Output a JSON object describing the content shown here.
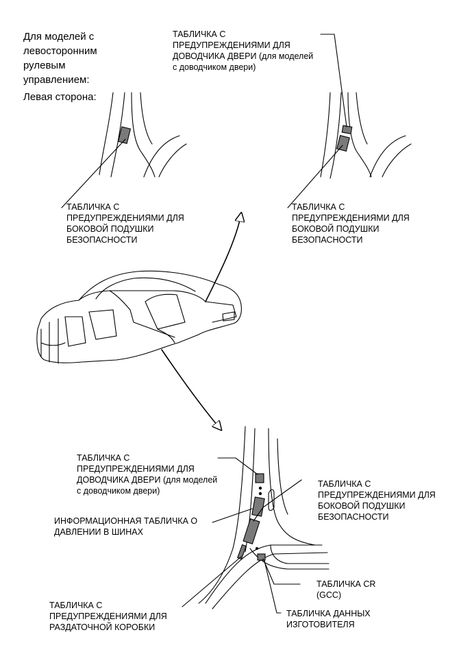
{
  "heading": {
    "models": "Для моделей с\nлевосторонним\nрулевым\nуправлением:",
    "side": "Левая сторона:"
  },
  "labels": {
    "door_closer_top": "ТАБЛИЧКА С\nПРЕДУПРЕЖДЕНИЯМИ ДЛЯ\nДОВОДЧИКА ДВЕРИ (для моделей\nс доводчиком двери)",
    "airbag_left": "ТАБЛИЧКА С\nПРЕДУПРЕЖДЕНИЯМИ ДЛЯ\nБОКОВОЙ ПОДУШКИ\nБЕЗОПАСНОСТИ",
    "airbag_right": "ТАБЛИЧКА С\nПРЕДУПРЕЖДЕНИЯМИ ДЛЯ\nБОКОВОЙ ПОДУШКИ\nБЕЗОПАСНОСТИ",
    "door_closer_bottom": "ТАБЛИЧКА С\nПРЕДУПРЕЖДЕНИЯМИ ДЛЯ\nДОВОДЧИКА ДВЕРИ (для моделей\nс доводчиком двери)",
    "tire_pressure": "ИНФОРМАЦИОННАЯ ТАБЛИЧКА О\nДАВЛЕНИИ В ШИНАХ",
    "airbag_bottom": "ТАБЛИЧКА С\nПРЕДУПРЕЖДЕНИЯМИ ДЛЯ\nБОКОВОЙ ПОДУШКИ\nБЕЗОПАСНОСТИ",
    "cr_gcc": "ТАБЛИЧКА CR\n(GCC)",
    "transfer_case": "ТАБЛИЧКА С\nПРЕДУПРЕЖДЕНИЯМИ ДЛЯ\nРАЗДАТОЧНОЙ КОРОБКИ",
    "manufacturer": "ТАБЛИЧКА ДАННЫХ\nИЗГОТОВИТЕЛЯ"
  }
}
